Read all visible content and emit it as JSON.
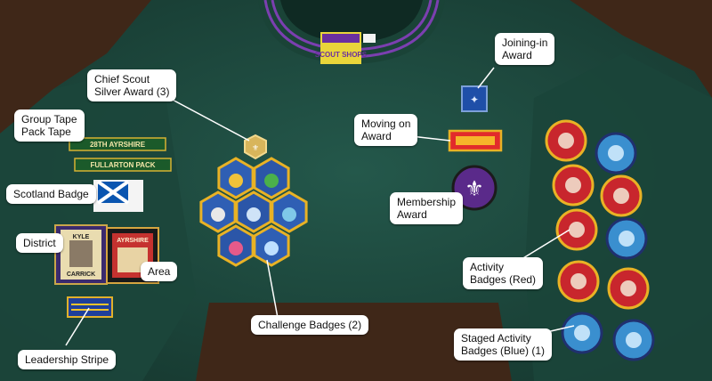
{
  "photo": {
    "subject": "green scout jumper with badges",
    "colors": {
      "jumper": "#1f4b40",
      "collar_trim": "#7b3fb0",
      "table": "#5a3a22",
      "badge_blue": "#1f4fa8",
      "badge_red": "#c8262d",
      "badge_gold": "#e9b225"
    }
  },
  "printed_text": {
    "tape_district": "28TH AYRSHIRE",
    "tape_group": "FULLARTON PACK",
    "district_badge_top": "KYLE",
    "district_badge_bottom": "CARRICK",
    "area_badge": "AYRSHIRE",
    "neck_label": "SCOUT SHOPS"
  },
  "labels": {
    "chief_scout_line1": "Chief Scout",
    "chief_scout_line2": "Silver Award (3)",
    "group_tape_line1": "Group Tape",
    "group_tape_line2": "Pack Tape",
    "scotland": "Scotland Badge",
    "district": "District",
    "area": "Area",
    "leadership": "Leadership Stripe",
    "challenge": "Challenge Badges (2)",
    "joining_line1": "Joining-in",
    "joining_line2": "Award",
    "moving_line1": "Moving on",
    "moving_line2": "Award",
    "membership_line1": "Membership",
    "membership_line2": "Award",
    "activity_line1": "Activity",
    "activity_line2": "Badges (Red)",
    "staged_line1": "Staged Activity",
    "staged_line2": "Badges (Blue) (1)"
  }
}
